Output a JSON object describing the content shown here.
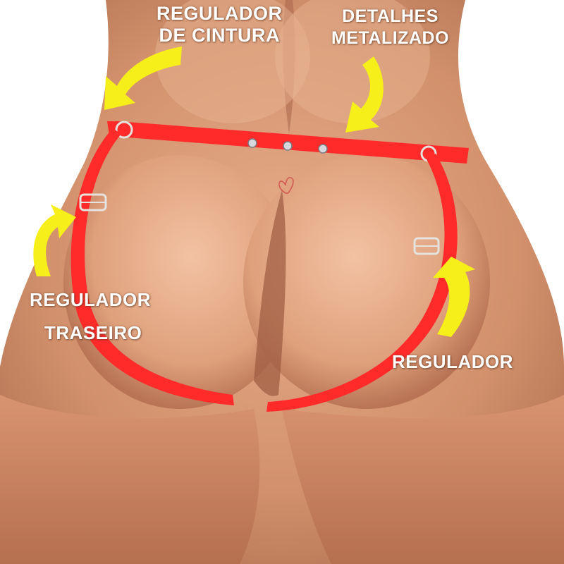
{
  "labels": {
    "waist_adjuster": {
      "line1": "REGULADOR",
      "line2": "DE CINTURA"
    },
    "metal_details": {
      "line1": "DETALHES",
      "line2": "METALIZADO"
    },
    "rear_adjuster": {
      "line1": "REGULADOR",
      "line2": "TRASEIRO"
    },
    "adjuster": "REGULADOR"
  },
  "colors": {
    "strap": "#ff2b2b",
    "arrow": "#f7ef1a",
    "skin": "#d99a78"
  },
  "icons": {
    "arrow": "curved-arrow-icon",
    "logo": "heart-logo"
  }
}
